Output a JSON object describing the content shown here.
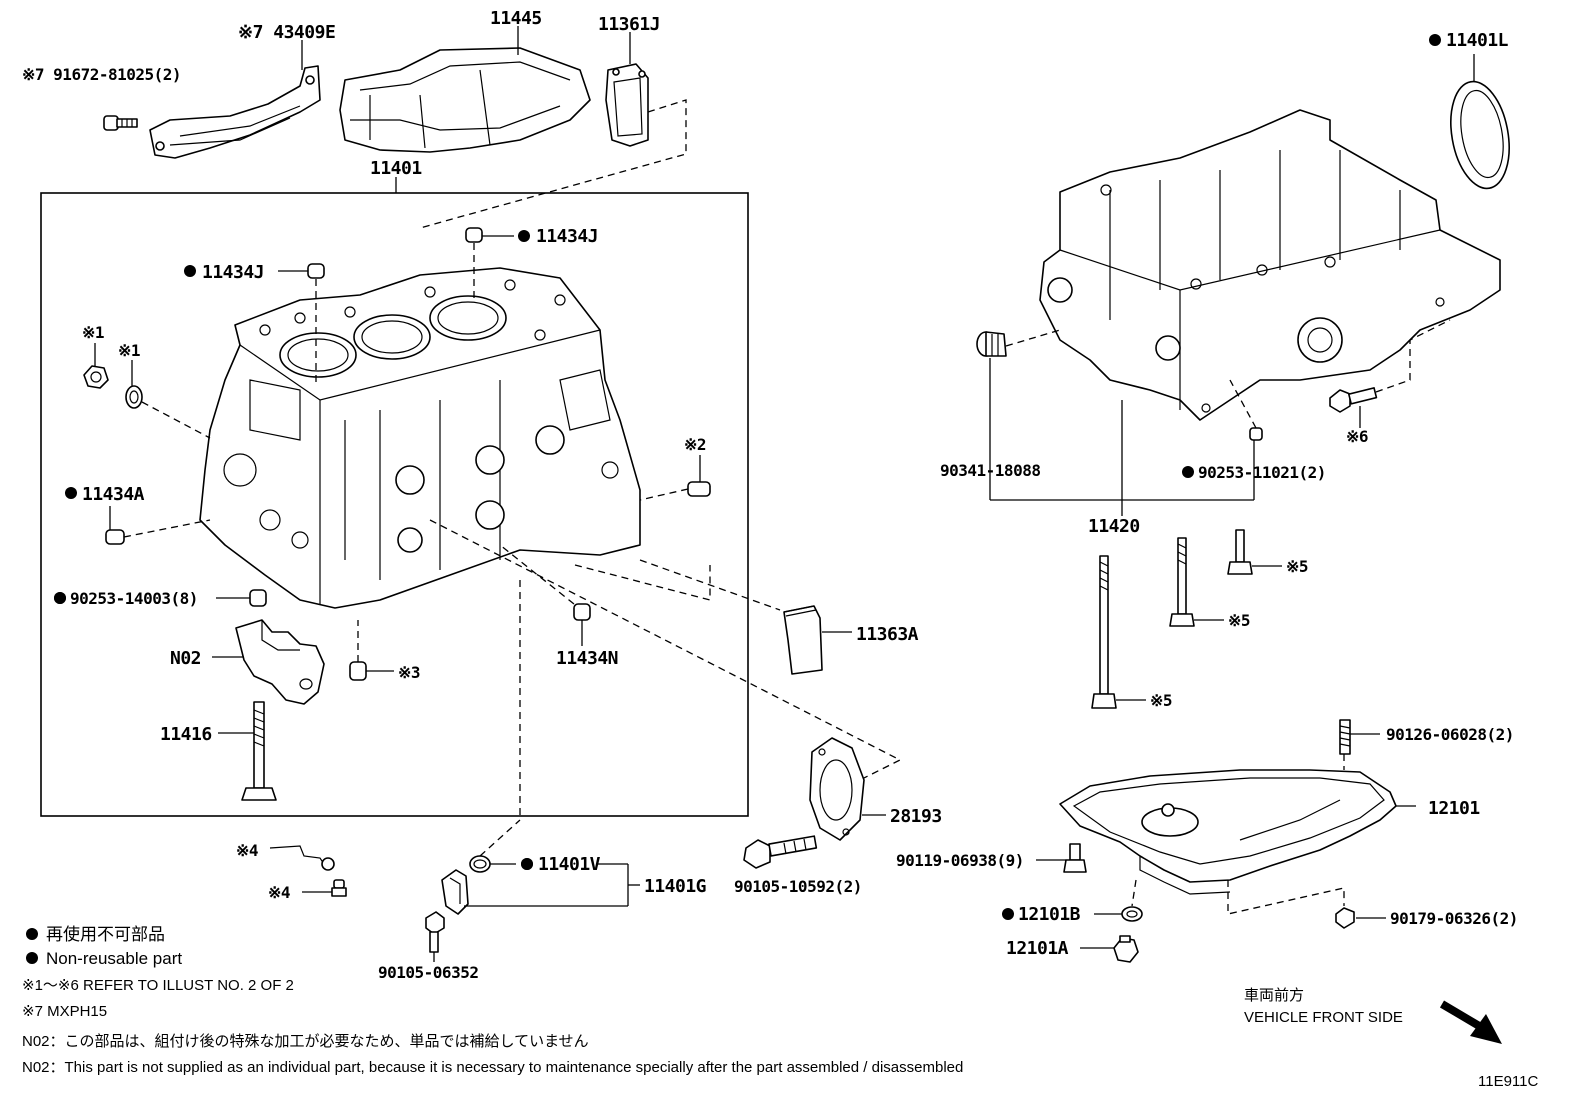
{
  "labels": {
    "p_43409E": "※7 43409E",
    "p_91672": "※7 91672-81025(2)",
    "p_11445": "11445",
    "p_11361J": "11361J",
    "p_11401": "11401",
    "p_11434J_top": "11434J",
    "p_11434J_left": "11434J",
    "p_ref1a": "※1",
    "p_ref1b": "※1",
    "p_11434A": "11434A",
    "p_ref2": "※2",
    "p_90253_14003": "90253-14003(8)",
    "p_N02": "N02",
    "p_ref3": "※3",
    "p_11434N": "11434N",
    "p_11363A": "11363A",
    "p_11416": "11416",
    "p_28193": "28193",
    "p_ref4a": "※4",
    "p_ref4b": "※4",
    "p_11401V": "11401V",
    "p_11401G": "11401G",
    "p_90105_10592": "90105-10592(2)",
    "p_90105_06352": "90105-06352",
    "p_11401L": "11401L",
    "p_90341": "90341-18088",
    "p_90253_11021": "90253-11021(2)",
    "p_ref6": "※6",
    "p_11420": "11420",
    "p_ref5a": "※5",
    "p_ref5b": "※5",
    "p_ref5c": "※5",
    "p_90126": "90126-06028(2)",
    "p_12101": "12101",
    "p_90119": "90119-06938(9)",
    "p_12101B": "12101B",
    "p_90179": "90179-06326(2)",
    "p_12101A": "12101A"
  },
  "legend": {
    "nonreusable_jp": "再使用不可部品",
    "nonreusable_en": "Non-reusable part",
    "refer": "※1～※6  REFER TO ILLUST NO. 2 OF 2",
    "model": "※7 MXPH15",
    "n02_jp": "N02：この部品は、組付け後の特殊な加工が必要なため、単品では補給していません",
    "n02_en": "N02：This part is not supplied as an individual part, because it is necessary to maintenance specially after the part assembled / disassembled"
  },
  "direction": {
    "jp": "車両前方",
    "en": "VEHICLE FRONT SIDE"
  },
  "illust_code": "11E911C"
}
